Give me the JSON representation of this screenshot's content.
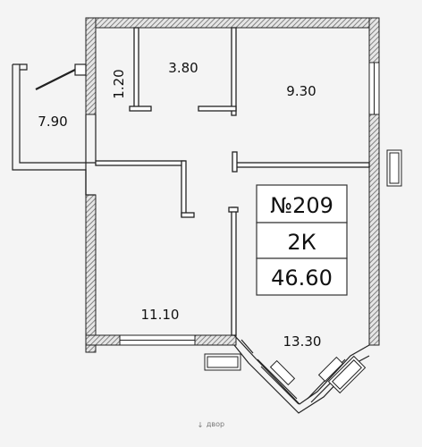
{
  "plan": {
    "apartment_number": "№209",
    "room_type": "2К",
    "total_area": "46.60",
    "rooms": [
      {
        "id": "bathroom",
        "area": "1.20"
      },
      {
        "id": "toilet",
        "area": "3.80"
      },
      {
        "id": "kitchen",
        "area": "9.30"
      },
      {
        "id": "hallway",
        "area": "7.90"
      },
      {
        "id": "bedroom",
        "area": "11.10"
      },
      {
        "id": "living-room",
        "area": "13.30"
      }
    ],
    "yard_label": "двор",
    "yard_arrow": "↓"
  }
}
